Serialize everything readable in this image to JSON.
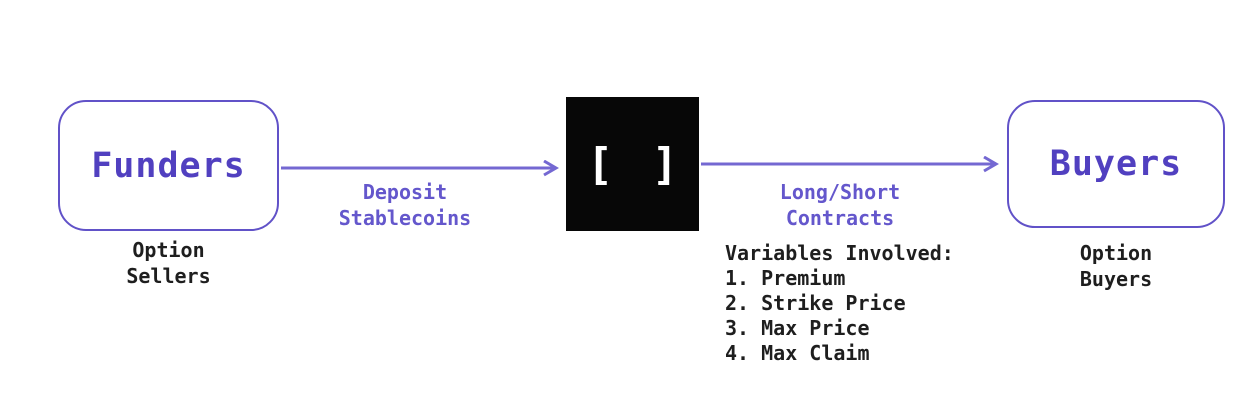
{
  "diagram": {
    "colors": {
      "background": "#ffffff",
      "node_border": "#6152c8",
      "node_label": "#5140c0",
      "arrow": "#7468d2",
      "arrow_label": "#6457cc",
      "text_dark": "#1e1e1e",
      "protocol_bg": "#070707",
      "protocol_fg": "#ffffff"
    },
    "nodes": {
      "funders": {
        "label": "Funders",
        "sublabel": "Option\nSellers"
      },
      "protocol": {
        "glyph": "[ ]"
      },
      "buyers": {
        "label": "Buyers",
        "sublabel": "Option\nBuyers"
      }
    },
    "flows": {
      "deposit": {
        "label": "Deposit\nStablecoins"
      },
      "contracts": {
        "label": "Long/Short\nContracts"
      }
    },
    "variables": {
      "title": "Variables Involved:",
      "items": [
        "1. Premium",
        "2. Strike Price",
        "3. Max Price",
        "4. Max Claim"
      ]
    }
  }
}
